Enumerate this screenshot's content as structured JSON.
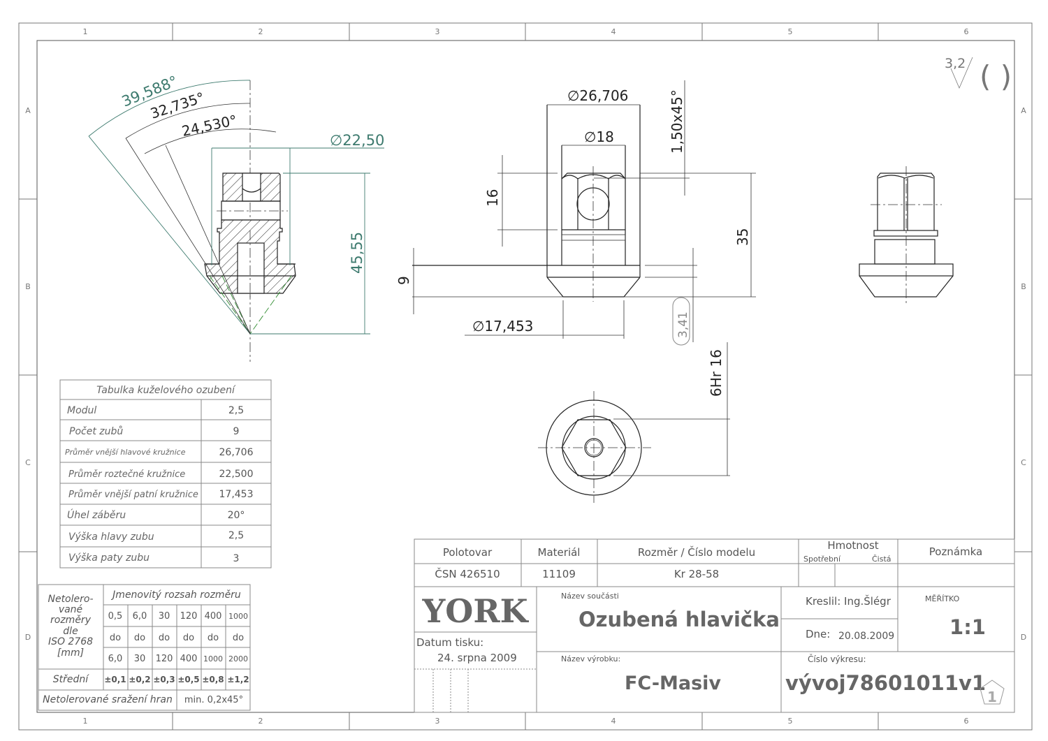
{
  "zones": {
    "columns": [
      "1",
      "2",
      "3",
      "4",
      "5",
      "6"
    ],
    "rows": [
      "A",
      "B",
      "C",
      "D"
    ]
  },
  "dimensions": {
    "angle_outer": "39,588°",
    "angle_mid": "32,735°",
    "angle_inner": "24,530°",
    "pitch_diameter": "∅22,50",
    "height": "45,55",
    "outer_diameter": "∅26,706",
    "hex_diameter": "∅18",
    "hex_height": "16",
    "chamfer": "1,50x45°",
    "total_height": "35",
    "flange_height": "9",
    "root_diameter": "∅17,453",
    "balloon_value": "3,41",
    "thread": "6Hr 16"
  },
  "roughness": {
    "value": "3,2",
    "bracket": "( )"
  },
  "gear_table": {
    "title": "Tabulka kuželového ozubení",
    "rows": [
      {
        "label": "Modul",
        "value": "2,5"
      },
      {
        "label": "Počet zubů",
        "value": "9"
      },
      {
        "label": "Průměr vnější hlavové kružnice",
        "value": "26,706"
      },
      {
        "label": "Průměr roztečné kružnice",
        "value": "22,500"
      },
      {
        "label": "Průměr vnější patní kružnice",
        "value": "17,453"
      },
      {
        "label": "Úhel záběru",
        "value": "20°"
      },
      {
        "label": "Výška hlavy zubu",
        "value": "2,5"
      },
      {
        "label": "Výška paty zubu",
        "value": "3"
      }
    ]
  },
  "tolerance_table": {
    "left_lines": [
      "Netolero-",
      "vané",
      "rozměry",
      "dle",
      "ISO 2768",
      "[mm]"
    ],
    "header": "Jmenovitý rozsah rozměru",
    "from": [
      "0,5",
      "6,0",
      "30",
      "120",
      "400",
      "1000"
    ],
    "to_word": "do",
    "to": [
      "6,0",
      "30",
      "120",
      "400",
      "1000",
      "2000"
    ],
    "class_label": "Střední",
    "tolerances": [
      "±0,1",
      "±0,2",
      "±0,3",
      "±0,5",
      "±0,8",
      "±1,2"
    ],
    "chamfer_label": "Netolerované sražení hran",
    "chamfer_value": "min. 0,2x45°"
  },
  "title_block": {
    "headers": {
      "blank": "Polotovar",
      "material": "Materiál",
      "size": "Rozměr / Číslo modelu",
      "mass": "Hmotnost",
      "mass_gross": "Spotřební",
      "mass_net": "Čistá",
      "note": "Poznámka"
    },
    "values": {
      "blank": "ČSN 426510",
      "material": "11109",
      "size": "Kr 28-58"
    },
    "company": "YORK",
    "print_date_label": "Datum tisku:",
    "print_date": "24. srpna 2009",
    "part_name_label": "Název součásti",
    "part_name": "Ozubená hlavička",
    "product_name_label": "Název výrobku:",
    "product_name": "FC-Masiv",
    "drawn_by": "Kreslil: Ing.Šlégr",
    "date_label": "Dne:",
    "date": "20.08.2009",
    "scale_label": "MĚŘÍTKO",
    "scale": "1:1",
    "drawing_number_label": "Číslo výkresu:",
    "drawing_number": "vývoj78601011v1",
    "sheet": "1"
  }
}
